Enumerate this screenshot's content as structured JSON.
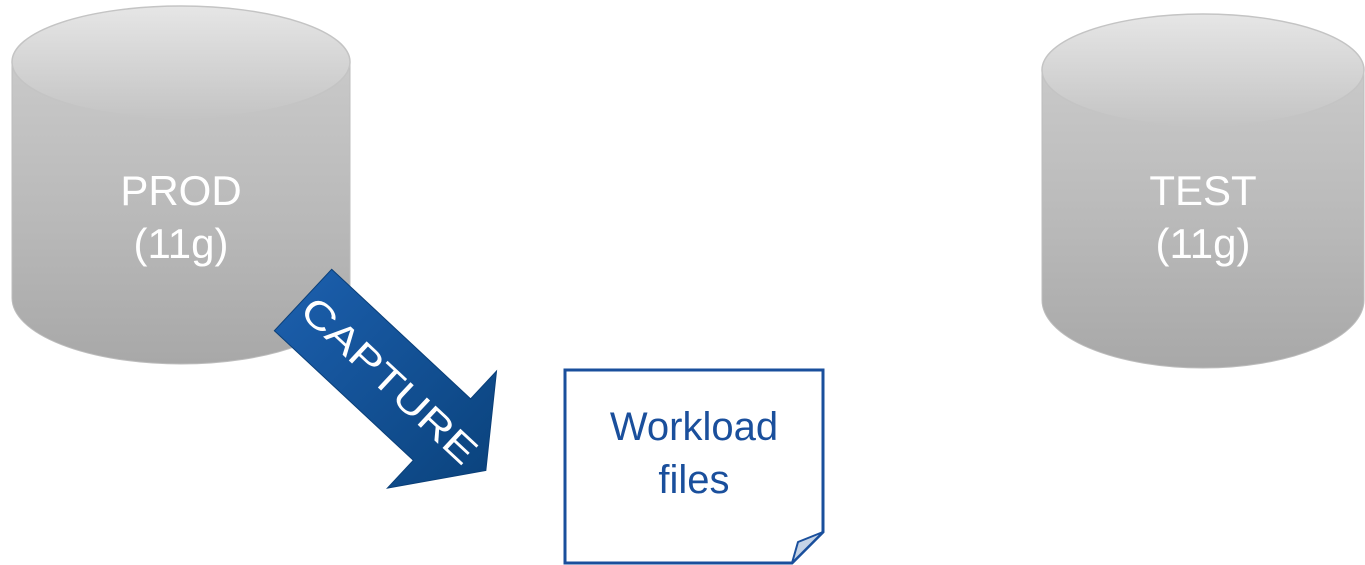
{
  "source_db": {
    "name": "PROD",
    "version": "(11g)"
  },
  "target_db": {
    "name": "TEST",
    "version": "(11g)"
  },
  "capture_arrow": {
    "label": "CAPTURE"
  },
  "workload_document": {
    "line1": "Workload",
    "line2": "files"
  },
  "colors": {
    "database_fill": "#b5b5b5",
    "arrow_fill": "#0e4d96",
    "document_border": "#1a4f9c",
    "document_text": "#1a4f9c",
    "background": "#ffffff"
  }
}
